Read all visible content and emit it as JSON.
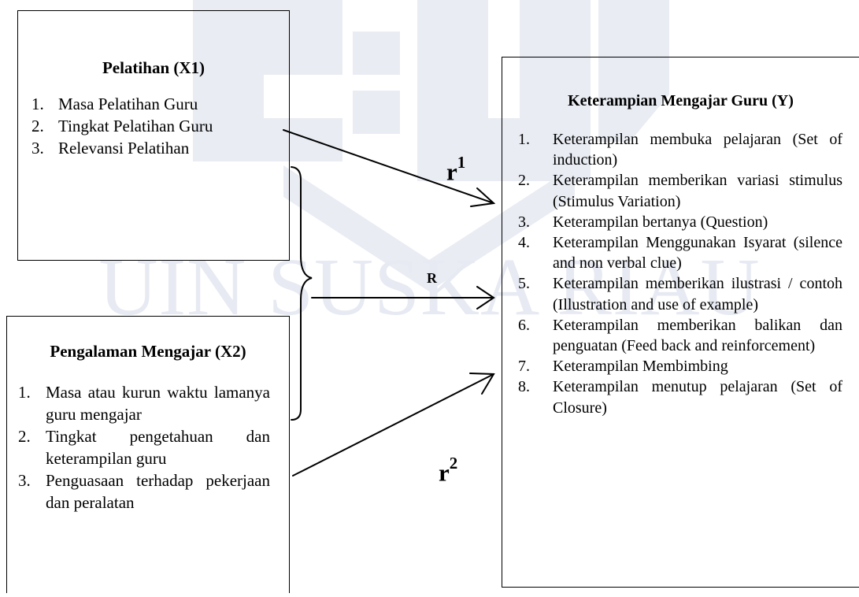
{
  "watermark": {
    "text": "UIN SUSKA RIAU",
    "color": "#e7eaf2"
  },
  "box_x1": {
    "title": "Pelatihan (X1)",
    "items": [
      {
        "num": "1.",
        "text": "Masa Pelatihan Guru"
      },
      {
        "num": "2.",
        "text": "Tingkat Pelatihan Guru"
      },
      {
        "num": "3.",
        "text": "Relevansi Pelatihan"
      }
    ]
  },
  "box_x2": {
    "title": "Pengalaman Mengajar (X2)",
    "items": [
      {
        "num": "1.",
        "text": "Masa atau kurun waktu lamanya guru mengajar"
      },
      {
        "num": "2.",
        "text": "Tingkat pengetahuan dan keterampilan guru"
      },
      {
        "num": "3.",
        "text": "Penguasaan terhadap pekerjaan dan peralatan"
      }
    ]
  },
  "box_y": {
    "title": "Keterampian Mengajar Guru (Y)",
    "items": [
      {
        "num": "1.",
        "text": "Keterampilan membuka pelajaran (Set of induction)"
      },
      {
        "num": "2.",
        "text": "Keterampilan memberikan variasi stimulus (Stimulus Variation)"
      },
      {
        "num": "3.",
        "text": "Keterampilan bertanya (Question)"
      },
      {
        "num": "4.",
        "text": "Keterampilan Menggunakan Isyarat (silence and non verbal clue)"
      },
      {
        "num": "5.",
        "text": "Keterampilan memberikan ilustrasi / contoh (Illustration and use of example)"
      },
      {
        "num": "6.",
        "text": "Keterampilan memberikan balikan dan penguatan (Feed back and reinforcement)"
      },
      {
        "num": "7.",
        "text": "Keterampilan Membimbing"
      },
      {
        "num": "8.",
        "text": "Keterampilan menutup pelajaran (Set of Closure)"
      }
    ]
  },
  "labels": {
    "r1_base": "r",
    "r1_sup": "1",
    "r2_base": "r",
    "r2_sup": "2",
    "R": "R"
  }
}
